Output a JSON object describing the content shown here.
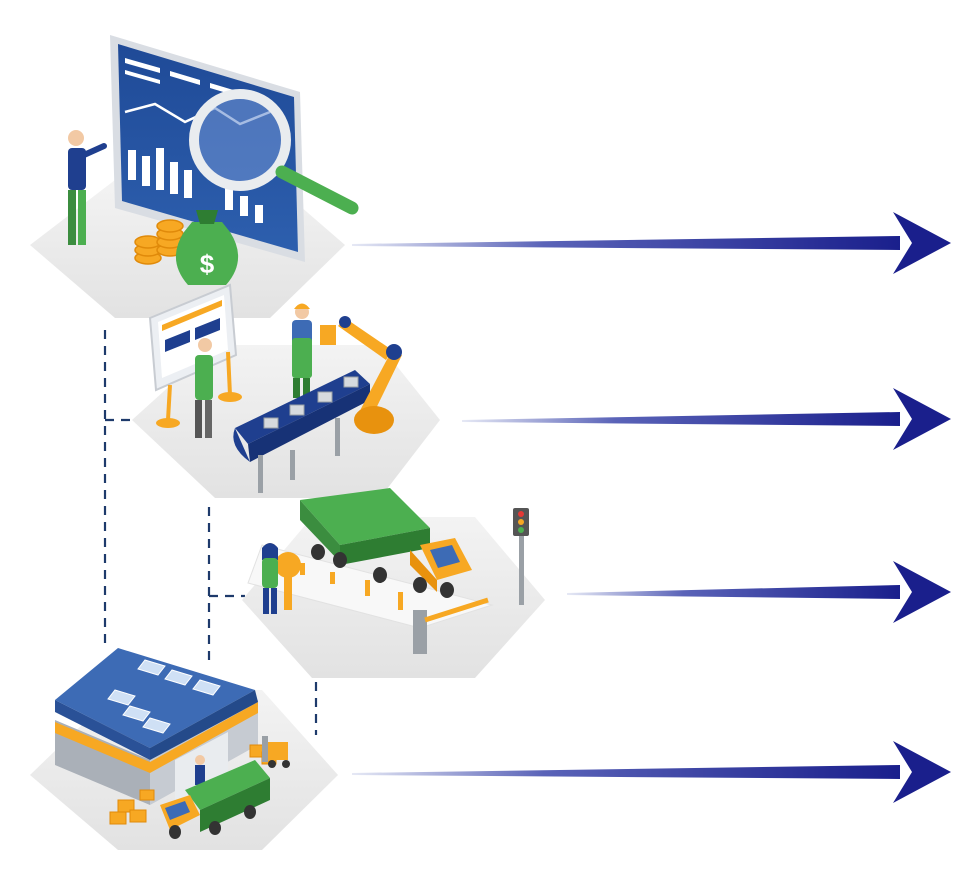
{
  "diagram": {
    "type": "supply-chain-stages",
    "stages": [
      {
        "id": "analytics",
        "icon": "analytics-dashboard-icon",
        "arrow": "flow-arrow"
      },
      {
        "id": "manufacturing",
        "icon": "manufacturing-robot-icon",
        "arrow": "flow-arrow"
      },
      {
        "id": "transport",
        "icon": "delivery-truck-icon",
        "arrow": "flow-arrow"
      },
      {
        "id": "warehouse",
        "icon": "warehouse-icon",
        "arrow": "flow-arrow"
      }
    ],
    "connector_style": "dashed",
    "currency_symbol": "$"
  },
  "colors": {
    "arrow_dark": "#1a1f8c",
    "arrow_light": "#e8ebf6",
    "platform": "#ececec",
    "platform_edge": "#d8d8d8",
    "dashed_line": "#1e3a6b",
    "green": "#4caf50",
    "green_dark": "#2e7d32",
    "orange": "#f7a823",
    "navy": "#1f3f8f",
    "blue_mid": "#3d6bb5",
    "gray": "#9aa0a6"
  }
}
